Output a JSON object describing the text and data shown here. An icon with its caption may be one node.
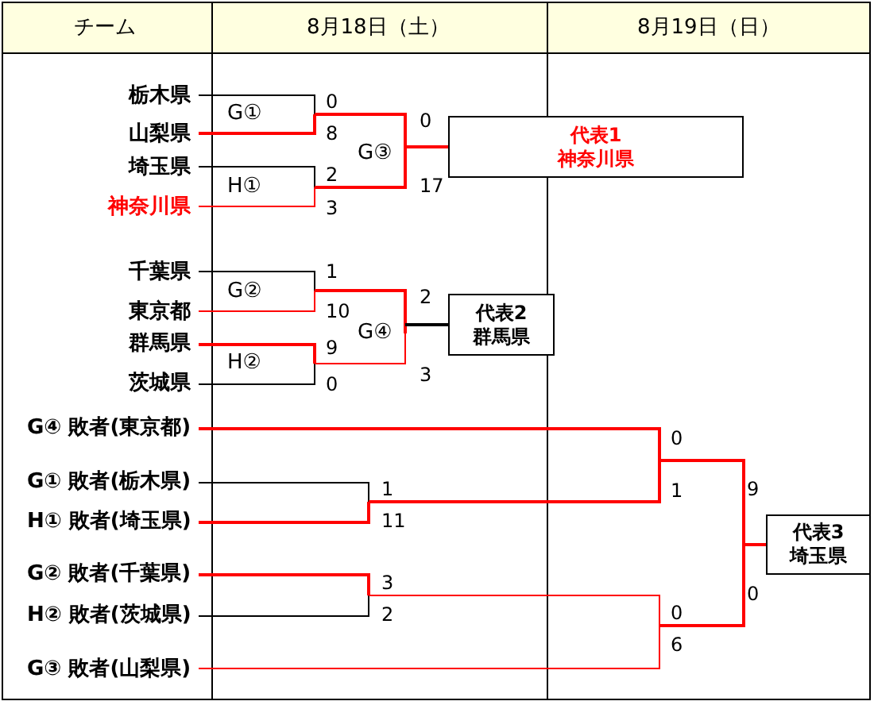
{
  "diagram": {
    "nodes": [
      {
        "text": [
          "代表1",
          "神奈川県"
        ]
      },
      {
        "text": [
          "代表2",
          "群馬県"
        ]
      },
      {
        "text": [
          "代表3",
          "埼玉県"
        ]
      }
    ],
    "edges": [
      {
        "from": null,
        "to": 0,
        "arrow": "none",
        "color": "#ff0000"
      },
      {
        "from": null,
        "to": 1,
        "arrow": "none",
        "color": "#000000"
      },
      {
        "from": null,
        "to": 2,
        "arrow": "none",
        "color": "#ff0000"
      }
    ],
    "labels": [
      "チーム",
      "8月18日（土）",
      "8月19日（日）",
      "栃木県",
      "G①",
      "0",
      "山梨県",
      "8",
      "0",
      "G③",
      "埼玉県",
      "H①",
      "2",
      "17",
      "神奈川県",
      "3",
      "千葉県",
      "1",
      "G②",
      "2",
      "東京都",
      "10",
      "G④",
      "群馬県",
      "9",
      "H②",
      "茨城県",
      "0",
      "3",
      "G④ 敗者(東京都)",
      "0",
      "G① 敗者(栃木県)",
      "1",
      "1",
      "9",
      "H① 敗者(埼玉県)",
      "11",
      "0",
      "G② 敗者(千葉県)",
      "3",
      "H② 敗者(茨城県)",
      "2",
      "0",
      "6",
      "G③ 敗者(山梨県)"
    ]
  }
}
